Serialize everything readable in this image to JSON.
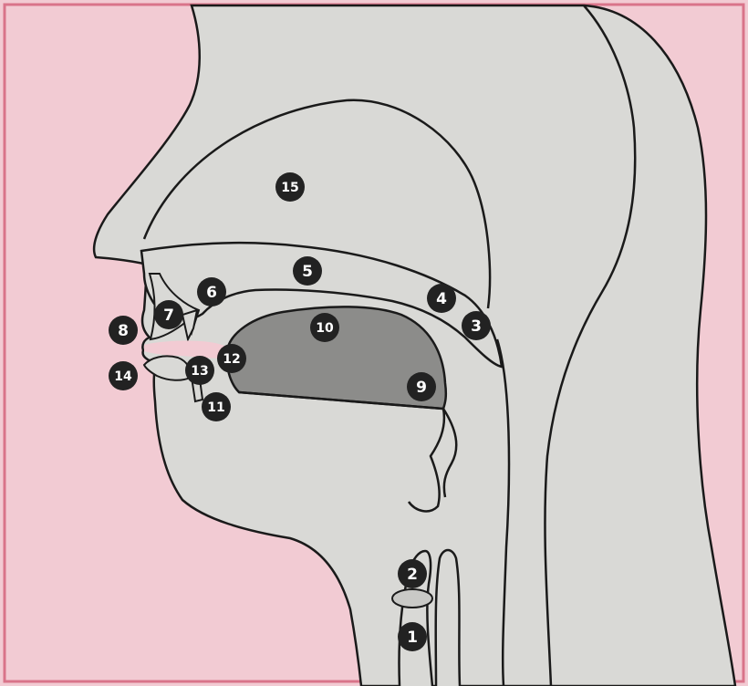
{
  "colors": {
    "background": "#f2cbd3",
    "frame": "#d9748a",
    "tissue": "#d9d9d6",
    "tongue": "#8c8c8a",
    "outline": "#1a1a1a",
    "badge": "#222222",
    "badge_text": "#ffffff"
  },
  "labels": [
    {
      "id": "1",
      "text": "1"
    },
    {
      "id": "2",
      "text": "2"
    },
    {
      "id": "3",
      "text": "3"
    },
    {
      "id": "4",
      "text": "4"
    },
    {
      "id": "5",
      "text": "5"
    },
    {
      "id": "6",
      "text": "6"
    },
    {
      "id": "7",
      "text": "7"
    },
    {
      "id": "8",
      "text": "8"
    },
    {
      "id": "9",
      "text": "9"
    },
    {
      "id": "10",
      "text": "10"
    },
    {
      "id": "11",
      "text": "11"
    },
    {
      "id": "12",
      "text": "12"
    },
    {
      "id": "13",
      "text": "13"
    },
    {
      "id": "14",
      "text": "14"
    },
    {
      "id": "15",
      "text": "15"
    }
  ]
}
